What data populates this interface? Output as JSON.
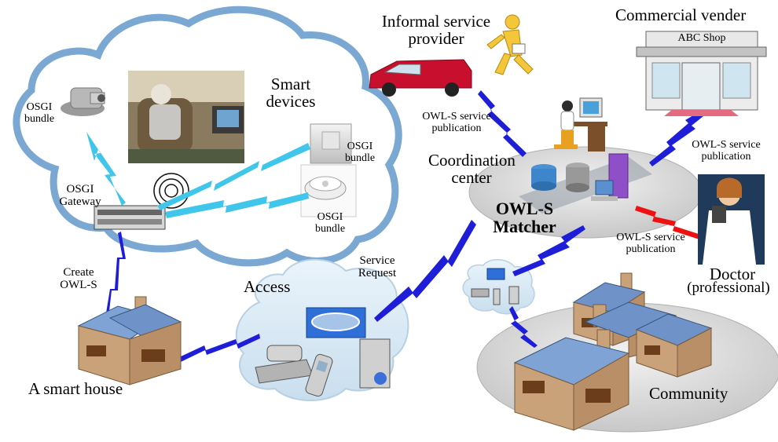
{
  "labels": {
    "smart_devices": "Smart devices",
    "osgi_bundle": "OSGI bundle",
    "osgi_gateway": "OSGI Gateway",
    "create_owls": "Create OWL-S",
    "smart_house": "A smart house",
    "access": "Access",
    "service_request": "Service Request",
    "informal_provider": "Informal service provider",
    "commercial_vender": "Commercial vender",
    "abc_shop": "ABC Shop",
    "coordination_center": "Coordination center",
    "owls_matcher": "OWL-S Matcher",
    "owls_publication": "OWL-S service publication",
    "doctor": "Doctor",
    "professional": "(professional)",
    "community": "Community"
  },
  "colors": {
    "cloud_border": "#6f9cc8",
    "lightning_cyan": "#33ccee",
    "lightning_blue": "#1a1adc",
    "lightning_red": "#ee1111",
    "roof": "#6f93c8",
    "wall": "#c9a27a",
    "platform": "#dcdcdc",
    "van": "#c8102e"
  }
}
